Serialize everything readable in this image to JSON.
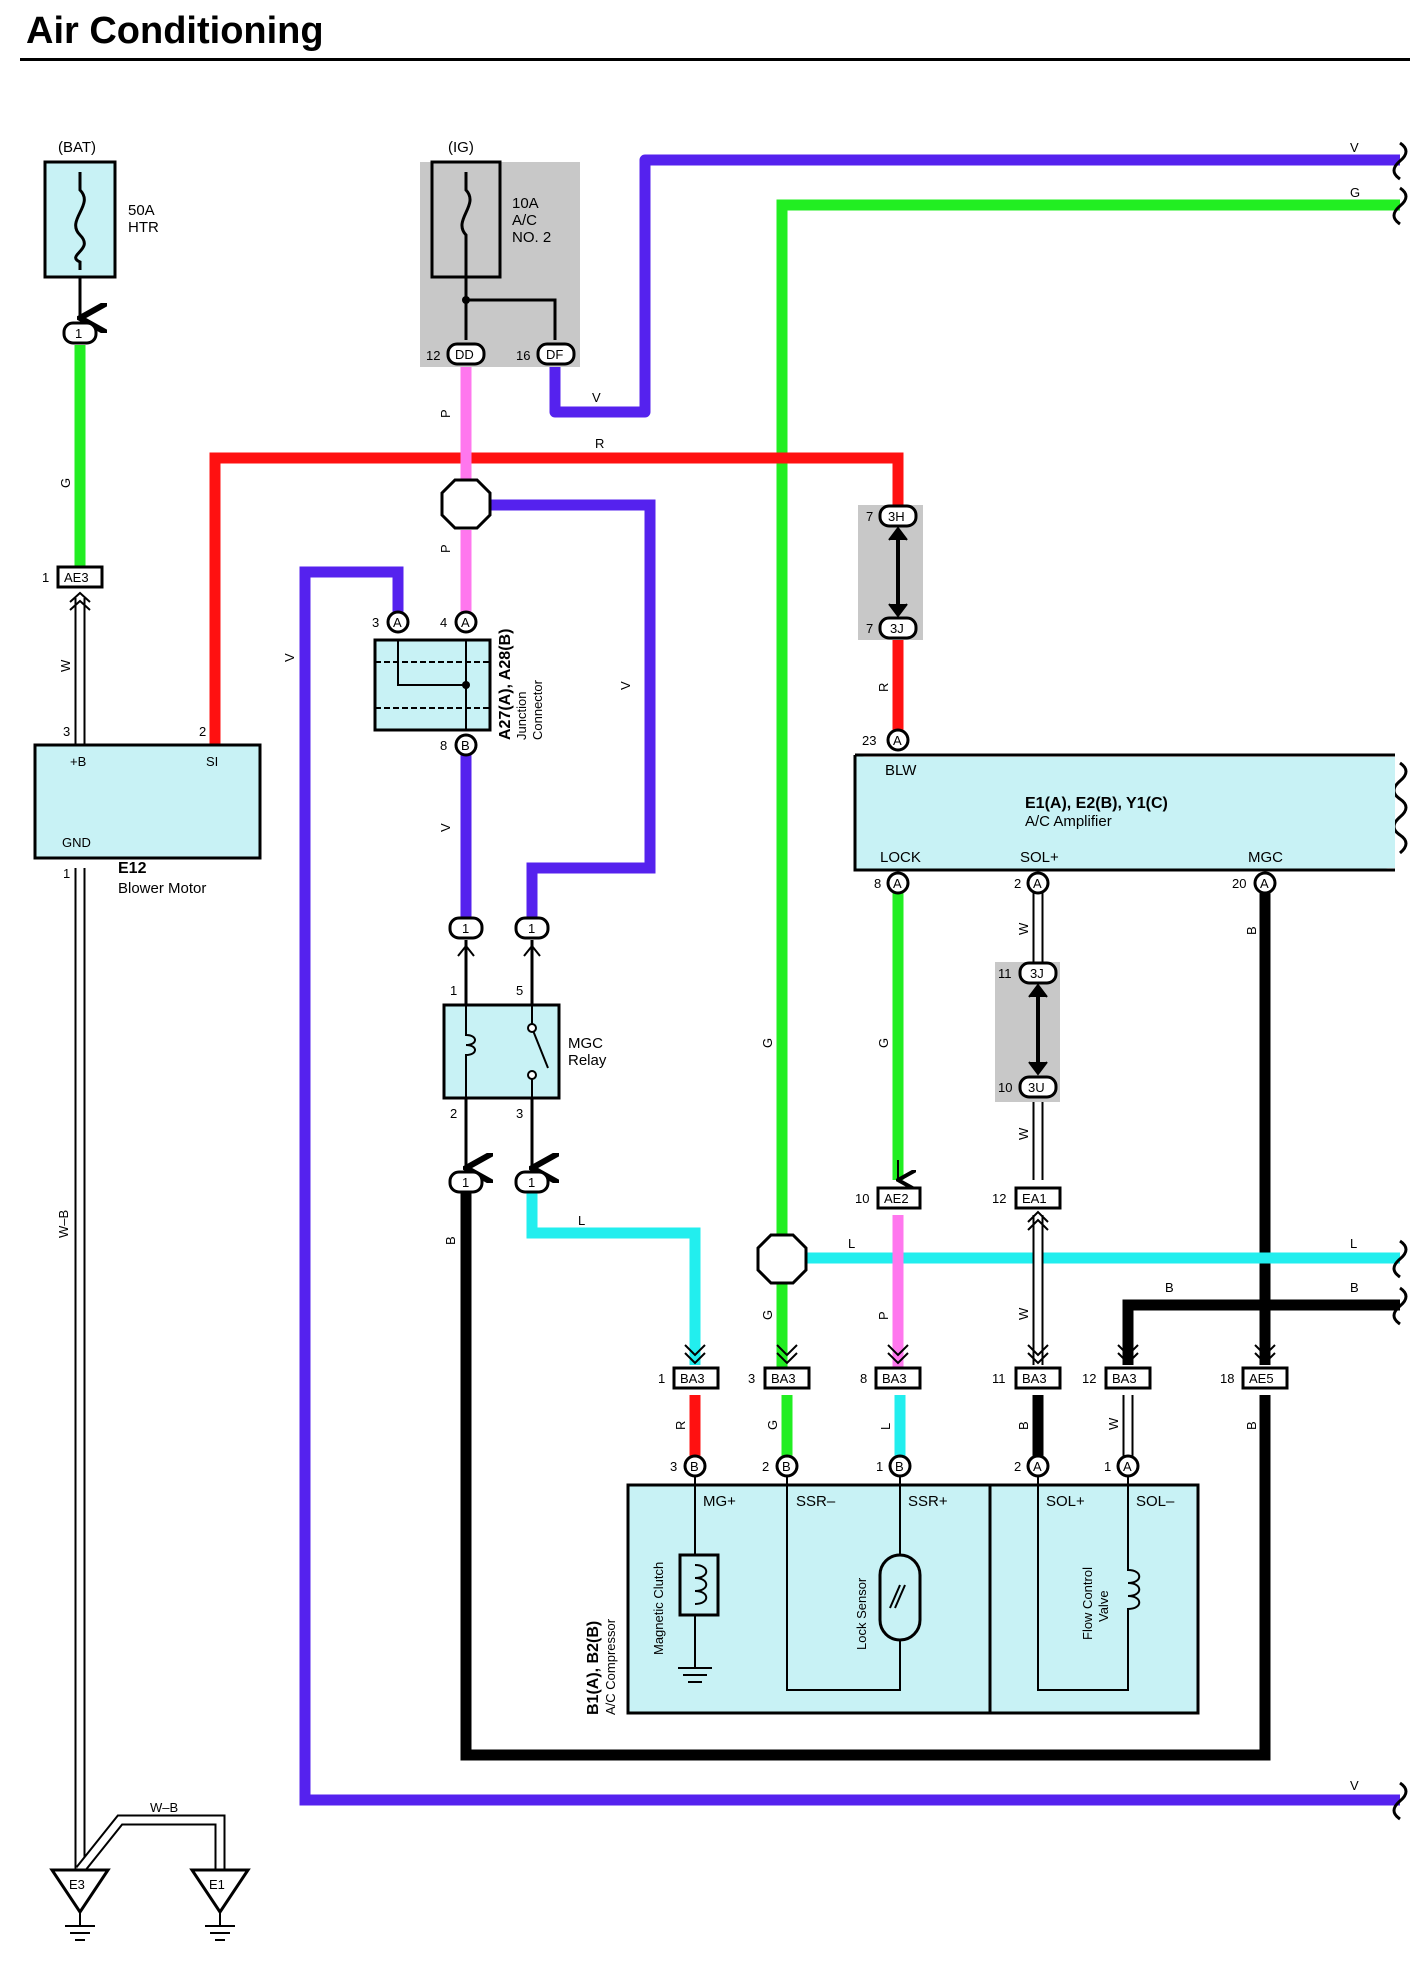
{
  "title": "Air Conditioning",
  "colors": {
    "V": "#5522ee",
    "G": "#22ee22",
    "R": "#ff1111",
    "P": "#ff77ee",
    "L": "#22eeee",
    "B": "#000000",
    "W": "#ffffff",
    "W-B": "#ffffff",
    "box_fill": "#c8f2f5",
    "relay_block_fill": "#c8c8c8"
  },
  "sources": {
    "bat": {
      "label": "(BAT)",
      "fuse_amp": "50A",
      "fuse_name": "HTR",
      "pin": "1"
    },
    "ig": {
      "label": "(IG)",
      "fuse_amp": "10A",
      "fuse_name_1": "A/C",
      "fuse_name_2": "NO. 2",
      "pin_dd": "12",
      "conn_dd": "DD",
      "pin_df": "16",
      "conn_df": "DF"
    }
  },
  "wire_labels": {
    "v": "V",
    "g": "G",
    "r": "R",
    "p": "P",
    "l": "L",
    "b": "B",
    "w": "W",
    "wb": "W–B"
  },
  "blower_motor": {
    "code": "E12",
    "name": "Blower Motor",
    "pin_b": "+B",
    "pin_si": "SI",
    "pin_gnd": "GND",
    "num_b": "3",
    "num_si": "2",
    "num_gnd": "1",
    "conn": "AE3",
    "conn_pin": "1"
  },
  "junction_connector": {
    "code": "A27(A), A28(B)",
    "name_1": "Junction",
    "name_2": "Connector",
    "pin_3": "3",
    "pin_4": "4",
    "pin_8": "8",
    "conn_a": "A",
    "conn_b": "B"
  },
  "mgc_relay": {
    "name_1": "MGC",
    "name_2": "Relay",
    "pin_1": "1",
    "pin_5": "5",
    "pin_2": "2",
    "pin_3": "3",
    "conn": "1"
  },
  "amplifier": {
    "code": "E1(A), E2(B), Y1(C)",
    "name": "A/C Amplifier",
    "blw": "BLW",
    "lock": "LOCK",
    "sol_plus": "SOL+",
    "mgc": "MGC",
    "pin_23": "23",
    "pin_8": "8",
    "pin_2": "2",
    "pin_20": "20",
    "conn": "A"
  },
  "junction_blocks": {
    "a": {
      "top_pin": "7",
      "top_conn": "3H",
      "bot_pin": "7",
      "bot_conn": "3J"
    },
    "b": {
      "top_pin": "11",
      "top_conn": "3J",
      "bot_pin": "10",
      "bot_conn": "3U"
    }
  },
  "connectors": {
    "ae2": {
      "pin": "10",
      "name": "AE2"
    },
    "ea1": {
      "pin": "12",
      "name": "EA1"
    },
    "ba3_1": {
      "pin": "1",
      "name": "BA3"
    },
    "ba3_3": {
      "pin": "3",
      "name": "BA3"
    },
    "ba3_8": {
      "pin": "8",
      "name": "BA3"
    },
    "ba3_11": {
      "pin": "11",
      "name": "BA3"
    },
    "ba3_12": {
      "pin": "12",
      "name": "BA3"
    },
    "ae5": {
      "pin": "18",
      "name": "AE5"
    }
  },
  "compressor": {
    "code": "B1(A), B2(B)",
    "name": "A/C Compressor",
    "mg_plus": "MG+",
    "ssr_minus": "SSR–",
    "ssr_plus": "SSR+",
    "sol_plus": "SOL+",
    "sol_minus": "SOL–",
    "magnetic_clutch": "Magnetic Clutch",
    "lock_sensor": "Lock Sensor",
    "flow_control_1": "Flow Control",
    "flow_control_2": "Valve",
    "pin_3": "3",
    "pin_2": "2",
    "pin_1": "1",
    "pin_2a": "2",
    "pin_1a": "1",
    "conn_b": "B",
    "conn_a": "A"
  },
  "grounds": {
    "e3": "E3",
    "e1": "E1"
  }
}
